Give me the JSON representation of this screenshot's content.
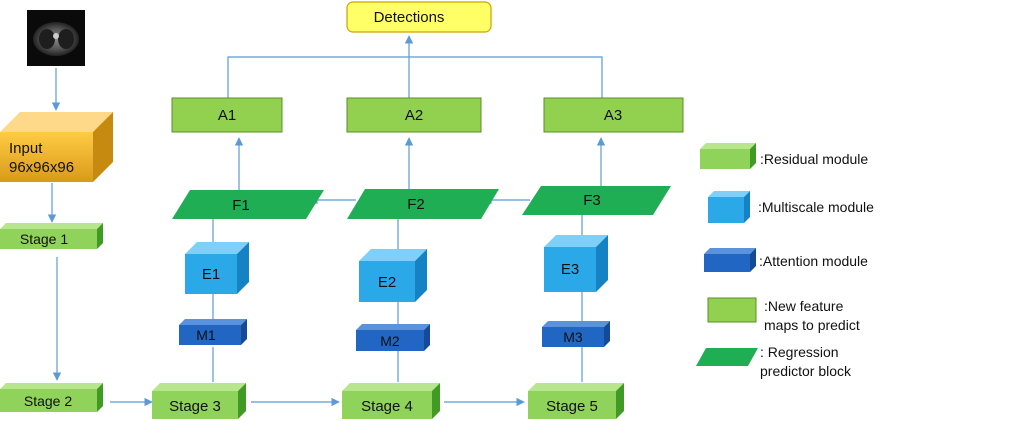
{
  "detections_label": "Detections",
  "input": {
    "line1": "Input",
    "line2": "96x96x96"
  },
  "stages": [
    "Stage 1",
    "Stage 2",
    "Stage 3",
    "Stage 4",
    "Stage 5"
  ],
  "attention_labels": [
    "M1",
    "M2",
    "M3"
  ],
  "multiscale_labels": [
    "E1",
    "E2",
    "E3"
  ],
  "feature_labels": [
    "F1",
    "F2",
    "F3"
  ],
  "new_map_labels": [
    "A1",
    "A2",
    "A3"
  ],
  "legend": {
    "residual": ":Residual module",
    "multiscale": ":Multiscale module",
    "attention": ":Attention  module",
    "new_feature_line1": ":New feature",
    "new_feature_line2": "maps to predict",
    "regression_line1": ": Regression",
    "regression_line2": "predictor block"
  },
  "colors": {
    "detections_fill": "#ffff66",
    "detections_border": "#c9a400",
    "input_front_top": "#ffcc44",
    "input_front_bottom": "#d99a1a",
    "residual_front": "#8fd35a",
    "residual_side": "#3f9b24",
    "residual_top": "#b8e68f",
    "new_map_fill": "#92d050",
    "new_map_border": "#5a8f2a",
    "regression_fill": "#1fae54",
    "multiscale_front": "#2aa8e8",
    "multiscale_side": "#1682c6",
    "multiscale_top": "#7fd0f8",
    "attention_front": "#2266c4",
    "attention_side": "#154a99",
    "attention_top": "#5b92dd",
    "arrow": "#5b9bd5"
  },
  "icons": {
    "ct_scan": "ct-scan-thumbnail"
  }
}
